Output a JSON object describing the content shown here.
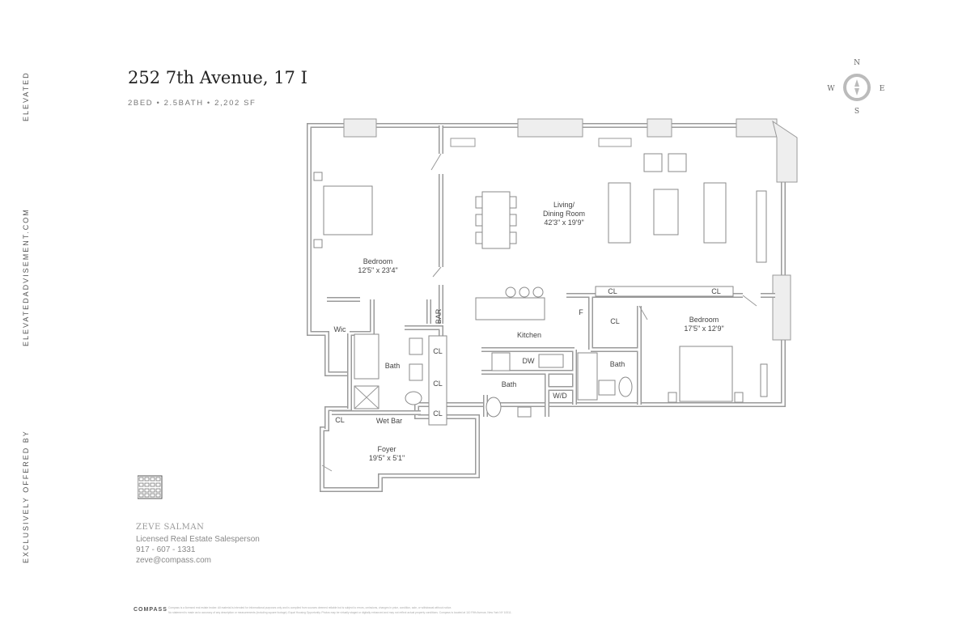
{
  "side_labels": {
    "brand": "ELEVATED",
    "website": "ELEVATEDADVISEMENT.COM",
    "offered": "EXCLUSIVELY OFFERED BY"
  },
  "header": {
    "title": "252 7th Avenue, 17 I",
    "specs": "2BED • 2.5BATH • 2,202 SF"
  },
  "compass": {
    "n": "N",
    "s": "S",
    "e": "E",
    "w": "W"
  },
  "rooms": {
    "bedroom1": {
      "name": "Bedroom",
      "size": "12'5\" x 23'4\""
    },
    "living": {
      "name_line1": "Living/",
      "name_line2": "Dining Room",
      "size": "42'3\" x 19'9\""
    },
    "bedroom2": {
      "name": "Bedroom",
      "size": "17'5\" x 12'9\""
    },
    "foyer": {
      "name": "Foyer",
      "size": "19'5\" x 5'1\""
    },
    "kitchen": "Kitchen",
    "wic": "Wic",
    "bath_master": "Bath",
    "bath_half": "Bath",
    "bath_second": "Bath",
    "bar": "BAR",
    "wet_bar": "Wet Bar",
    "cl": "CL",
    "dw": "DW",
    "wd": "W/D",
    "f": "F"
  },
  "agent": {
    "name": "ZEVE SALMAN",
    "title": "Licensed Real Estate Salesperson",
    "phone": "917 - 607 - 1331",
    "email": "zeve@compass.com"
  },
  "footer": {
    "brand": "COMPASS",
    "disclaimer_line1": "Compass is a licensed real estate broker. All material is intended for informational purposes only and is compiled from sources deemed reliable but is subject to errors, omissions, changes in price, condition, sale, or withdrawal without notice.",
    "disclaimer_line2": "No statement is made as to accuracy of any description or measurements (including square footage). Equal Housing Opportunity. Photos may be virtually staged or digitally enhanced and may not reflect actual property conditions. Compass is located at 110 Fifth Avenue, New York NY 10011."
  }
}
